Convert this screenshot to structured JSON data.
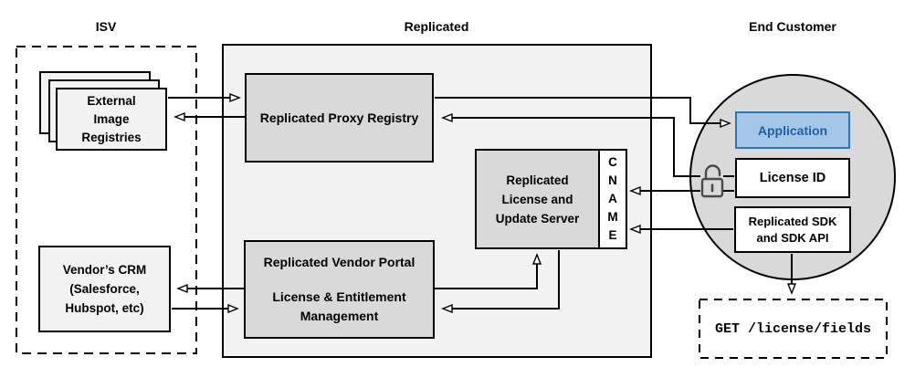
{
  "titles": {
    "isv": "ISV",
    "replicated": "Replicated",
    "end_customer": "End Customer"
  },
  "isv": {
    "registries": {
      "lines": [
        "External",
        "Image",
        "Registries"
      ]
    },
    "crm": {
      "lines": [
        "Vendor’s CRM",
        "(Salesforce,",
        "Hubspot, etc)"
      ]
    }
  },
  "replicated": {
    "proxy_registry": "Replicated Proxy Registry",
    "vendor_portal": {
      "line1": "Replicated Vendor Portal",
      "line2": "License & Entitlement",
      "line3": "Management"
    },
    "license_server": {
      "lines": [
        "Replicated",
        "License and",
        "Update Server"
      ]
    },
    "cname": {
      "letters": [
        "C",
        "N",
        "A",
        "M",
        "E"
      ]
    }
  },
  "end_customer": {
    "application": "Application",
    "license_id": "License ID",
    "sdk": {
      "lines": [
        "Replicated SDK",
        "and SDK API"
      ]
    },
    "api_call": "GET /license/fields"
  },
  "icons": {
    "padlock": "unlocked-padlock"
  },
  "colors": {
    "outer_fill": "#f2f2f2",
    "inner_box_fill": "#d9d9d9",
    "circle_fill": "#d9d9d9",
    "app_fill": "#a4c7e8",
    "app_border": "#2e75b6",
    "app_text": "#1f5fa8",
    "line": "#000000"
  }
}
